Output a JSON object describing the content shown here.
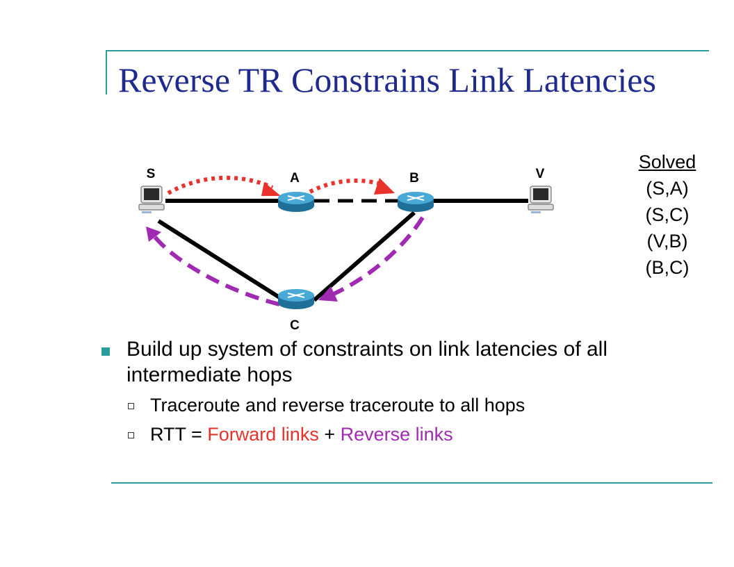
{
  "slide": {
    "title": "Reverse TR Constrains Link Latencies"
  },
  "diagram": {
    "nodes": [
      {
        "id": "S",
        "label": "S",
        "kind": "host"
      },
      {
        "id": "A",
        "label": "A",
        "kind": "router"
      },
      {
        "id": "B",
        "label": "B",
        "kind": "router"
      },
      {
        "id": "V",
        "label": "V",
        "kind": "host"
      },
      {
        "id": "C",
        "label": "C",
        "kind": "router"
      }
    ],
    "links": [
      {
        "from": "S",
        "to": "A"
      },
      {
        "from": "A",
        "to": "B"
      },
      {
        "from": "B",
        "to": "V"
      },
      {
        "from": "S",
        "to": "C"
      },
      {
        "from": "C",
        "to": "B"
      }
    ],
    "forward_path": [
      "S",
      "A",
      "B"
    ],
    "reverse_path": [
      "B",
      "C",
      "S"
    ],
    "colors": {
      "forward": "#e8322b",
      "reverse": "#a12ab2",
      "link": "#000000",
      "router": "#2f8fbf"
    }
  },
  "solved": {
    "heading": "Solved",
    "items": [
      "(S,A)",
      "(S,C)",
      "(V,B)",
      "(B,C)"
    ]
  },
  "bullets": {
    "main": "Build up system of constraints on link latencies of all intermediate hops",
    "sub1": "Traceroute and reverse traceroute to all hops",
    "sub2_prefix": "RTT = ",
    "sub2_forward": "Forward links",
    "sub2_plus": " + ",
    "sub2_reverse": "Reverse links"
  },
  "accent_color": "#2a9d9d",
  "title_color": "#1f2a8c"
}
